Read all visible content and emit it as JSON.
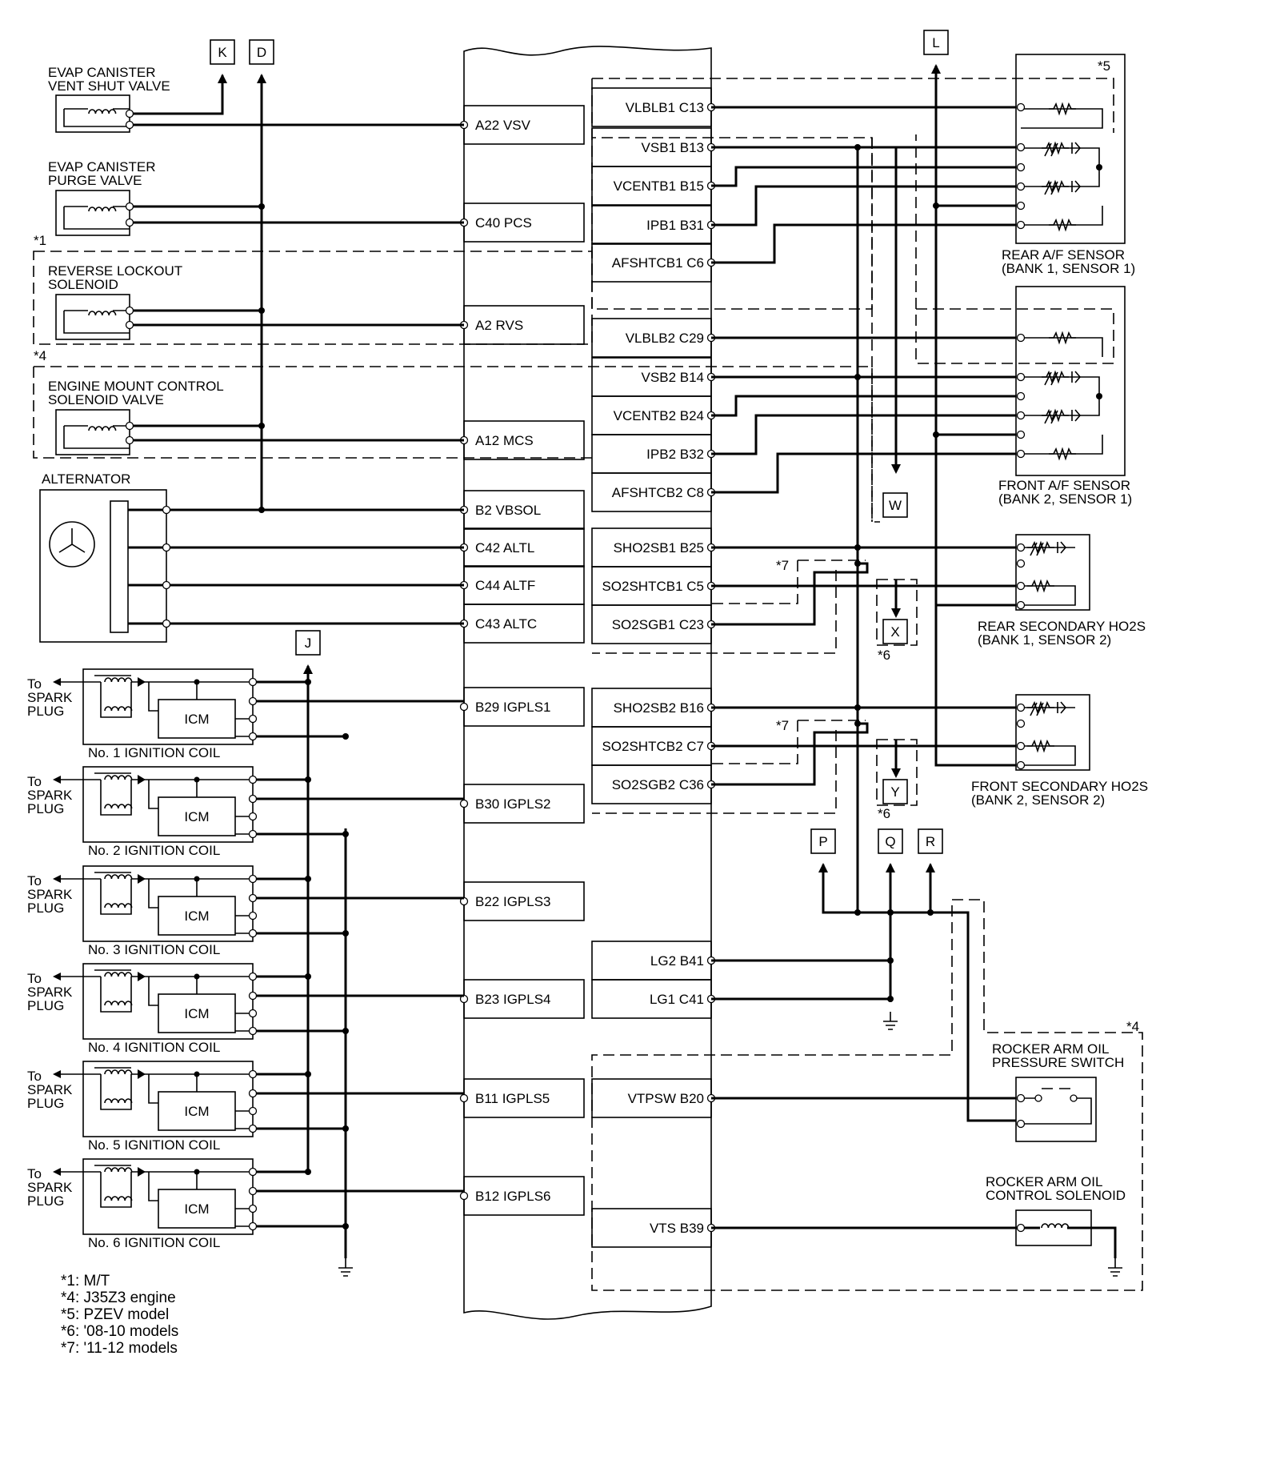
{
  "ecm": {
    "left_pins": [
      {
        "label": "A22 VSV"
      },
      {
        "label": "C40 PCS"
      },
      {
        "label": "A2 RVS"
      },
      {
        "label": "A12 MCS"
      },
      {
        "label": "B2 VBSOL"
      },
      {
        "label": "C42 ALTL"
      },
      {
        "label": "C44 ALTF"
      },
      {
        "label": "C43 ALTC"
      },
      {
        "label": "B29 IGPLS1"
      },
      {
        "label": "B30 IGPLS2"
      },
      {
        "label": "B22 IGPLS3"
      },
      {
        "label": "B23 IGPLS4"
      },
      {
        "label": "B11 IGPLS5"
      },
      {
        "label": "B12 IGPLS6"
      }
    ],
    "right_pins": [
      {
        "label": "VLBLB1 C13"
      },
      {
        "label": "VSB1 B13"
      },
      {
        "label": "VCENTB1 B15"
      },
      {
        "label": "IPB1 B31"
      },
      {
        "label": "AFSHTCB1 C6"
      },
      {
        "label": "VLBLB2 C29"
      },
      {
        "label": "VSB2 B14"
      },
      {
        "label": "VCENTB2 B24"
      },
      {
        "label": "IPB2 B32"
      },
      {
        "label": "AFSHTCB2 C8"
      },
      {
        "label": "SHO2SB1 B25"
      },
      {
        "label": "SO2SHTCB1 C5"
      },
      {
        "label": "SO2SGB1 C23"
      },
      {
        "label": "SHO2SB2 B16"
      },
      {
        "label": "SO2SHTCB2 C7"
      },
      {
        "label": "SO2SGB2 C36"
      },
      {
        "label": "LG2 B41"
      },
      {
        "label": "LG1 C41"
      },
      {
        "label": "VTPSW B20"
      },
      {
        "label": "VTS B39"
      }
    ]
  },
  "components": {
    "vent_valve": [
      "EVAP CANISTER",
      "VENT SHUT VALVE"
    ],
    "purge_valve": [
      "EVAP CANISTER",
      "PURGE VALVE"
    ],
    "reverse_lockout": [
      "REVERSE LOCKOUT",
      "SOLENOID"
    ],
    "engine_mount": [
      "ENGINE MOUNT CONTROL",
      "SOLENOID VALVE"
    ],
    "alternator": "ALTERNATOR",
    "rear_af": [
      "REAR A/F SENSOR",
      "(BANK 1, SENSOR 1)"
    ],
    "front_af": [
      "FRONT A/F SENSOR",
      "(BANK 2, SENSOR 1)"
    ],
    "rear_ho2s": [
      "REAR SECONDARY HO2S",
      "(BANK 1, SENSOR 2)"
    ],
    "front_ho2s": [
      "FRONT SECONDARY HO2S",
      "(BANK 2, SENSOR 2)"
    ],
    "pressure_switch": [
      "ROCKER ARM OIL",
      "PRESSURE SWITCH"
    ],
    "oil_solenoid": [
      "ROCKER ARM OIL",
      "CONTROL SOLENOID"
    ],
    "icm": "ICM",
    "coils": [
      "No. 1 IGNITION COIL",
      "No. 2 IGNITION COIL",
      "No. 3 IGNITION COIL",
      "No. 4 IGNITION COIL",
      "No. 5 IGNITION COIL",
      "No. 6 IGNITION COIL"
    ],
    "spark_plug": [
      "To",
      "SPARK",
      "PLUG"
    ]
  },
  "connectors": {
    "k": "K",
    "d": "D",
    "l": "L",
    "j": "J",
    "w": "W",
    "x": "X",
    "y": "Y",
    "p": "P",
    "q": "Q",
    "r": "R"
  },
  "marks": {
    "m1": "*1",
    "m4": "*4",
    "m5": "*5",
    "m6": "*6",
    "m7": "*7"
  },
  "notes": [
    "*1:  M/T",
    "*4:  J35Z3 engine",
    "*5:  PZEV model",
    "*6:  '08-10 models",
    "*7:  '11-12 models"
  ]
}
